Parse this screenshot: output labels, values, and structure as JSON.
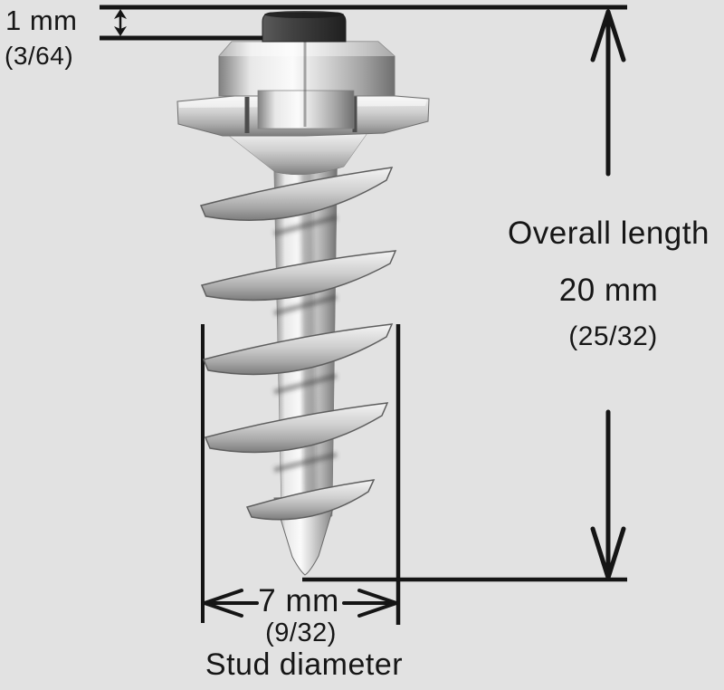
{
  "page": {
    "background_color": "#e2e2e2",
    "ink_color": "#151515",
    "subject": "screw-in tire stud dimension diagram"
  },
  "annotations": {
    "pin_protrusion": {
      "value": "1 mm",
      "fraction": "(3/64)"
    },
    "overall_length": {
      "label": "Overall length",
      "value": "20 mm",
      "fraction": "(25/32)"
    },
    "stud_diameter": {
      "label": "Stud diameter",
      "value": "7 mm",
      "fraction": "(9/32)"
    }
  },
  "illustration": {
    "metal_light": "#fbfbfb",
    "metal_mid": "#cfcfcf",
    "metal_dark": "#7c7c7c",
    "pin_color": "#353535"
  }
}
